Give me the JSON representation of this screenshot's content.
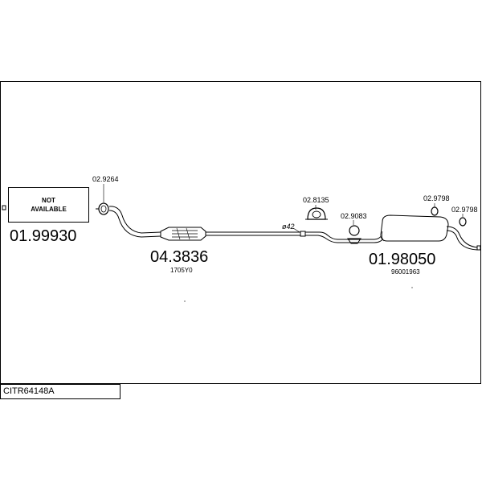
{
  "catalog_code": "CITR64148A",
  "not_available": "NOT AVAILABLE",
  "parts": {
    "front_pipe": {
      "number": "01.99930"
    },
    "catalyst": {
      "number": "04.3836",
      "oem": "1705Y0"
    },
    "rear_silencer": {
      "number": "01.98050",
      "oem": "96001963"
    },
    "gasket": {
      "number": "02.9264"
    },
    "mount_a": {
      "number": "02.8135"
    },
    "clamp": {
      "number": "02.9083"
    },
    "ring_1": {
      "number": "02.9798"
    },
    "ring_2": {
      "number": "02.9798"
    }
  },
  "diameter_label": "ø42"
}
